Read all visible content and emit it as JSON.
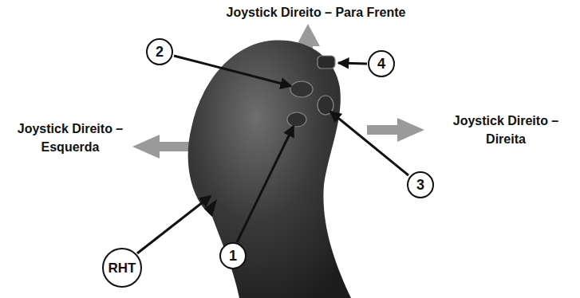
{
  "diagram": {
    "nodes": [
      {
        "text": [
          "2"
        ]
      },
      {
        "text": [
          "4"
        ]
      },
      {
        "text": [
          "3"
        ]
      },
      {
        "text": [
          "1"
        ]
      },
      {
        "text": [
          "RHT"
        ]
      }
    ],
    "labels": [
      "Joystick Direito – Para Frente",
      "Joystick Direito – Esquerda",
      "Joystick Direito – Direita"
    ]
  }
}
